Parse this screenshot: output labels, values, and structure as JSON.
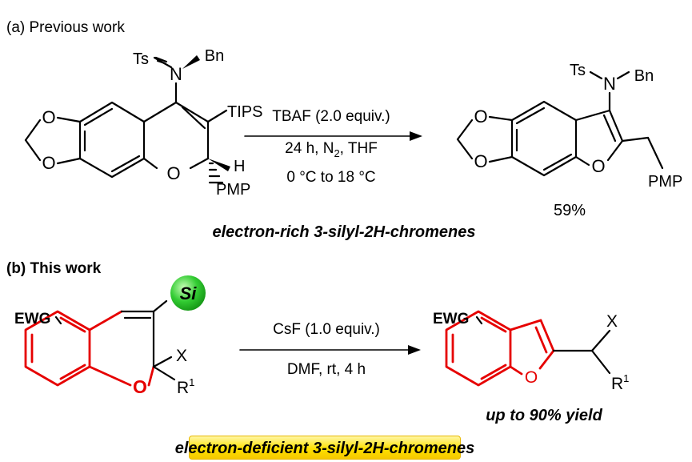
{
  "part_a": {
    "label": "(a) Previous work",
    "reactant": {
      "ts": "Ts",
      "n": "N",
      "bn": "Bn",
      "tips": "TIPS",
      "h": "H",
      "pmp": "PMP",
      "o1": "O",
      "o2": "O",
      "o3": "O"
    },
    "conditions": {
      "line1": "TBAF (2.0 equiv.)",
      "line2_pre": "24 h, N",
      "line2_sub": "2",
      "line2_post": ", THF",
      "line3": "0 °C to 18 °C"
    },
    "product": {
      "ts": "Ts",
      "n": "N",
      "bn": "Bn",
      "pmp": "PMP",
      "o1": "O",
      "o2": "O",
      "o3": "O"
    },
    "yield": "59%",
    "caption": "electron-rich 3-silyl-2H-chromenes"
  },
  "part_b": {
    "label": "(b) This work",
    "reactant": {
      "ewg": "EWG",
      "si": "Si",
      "x": "X",
      "r": "R",
      "r_sup": "1",
      "o": "O"
    },
    "conditions": {
      "line1": "CsF (1.0 equiv.)",
      "line2": "DMF, rt, 4 h"
    },
    "product": {
      "ewg": "EWG",
      "x": "X",
      "r": "R",
      "r_sup": "1",
      "o": "O"
    },
    "yield_note": "up to 90% yield",
    "caption": "electron-deficient 3-silyl-2H-chromenes"
  },
  "colors": {
    "highlight_red": "#e60000",
    "si_green": "#33cc33",
    "banner_yellow": "#ffe100"
  }
}
